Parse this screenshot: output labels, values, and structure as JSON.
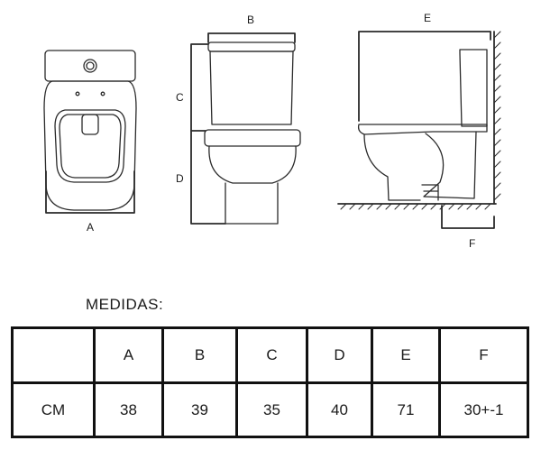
{
  "labels": {
    "a": "A",
    "b": "B",
    "c": "C",
    "d": "D",
    "e": "E",
    "f": "F"
  },
  "title": "MEDIDAS:",
  "table": {
    "headers": [
      "",
      "A",
      "B",
      "C",
      "D",
      "E",
      "F"
    ],
    "row_label": "CM",
    "values": [
      "38",
      "39",
      "35",
      "40",
      "71",
      "30+-1"
    ]
  }
}
